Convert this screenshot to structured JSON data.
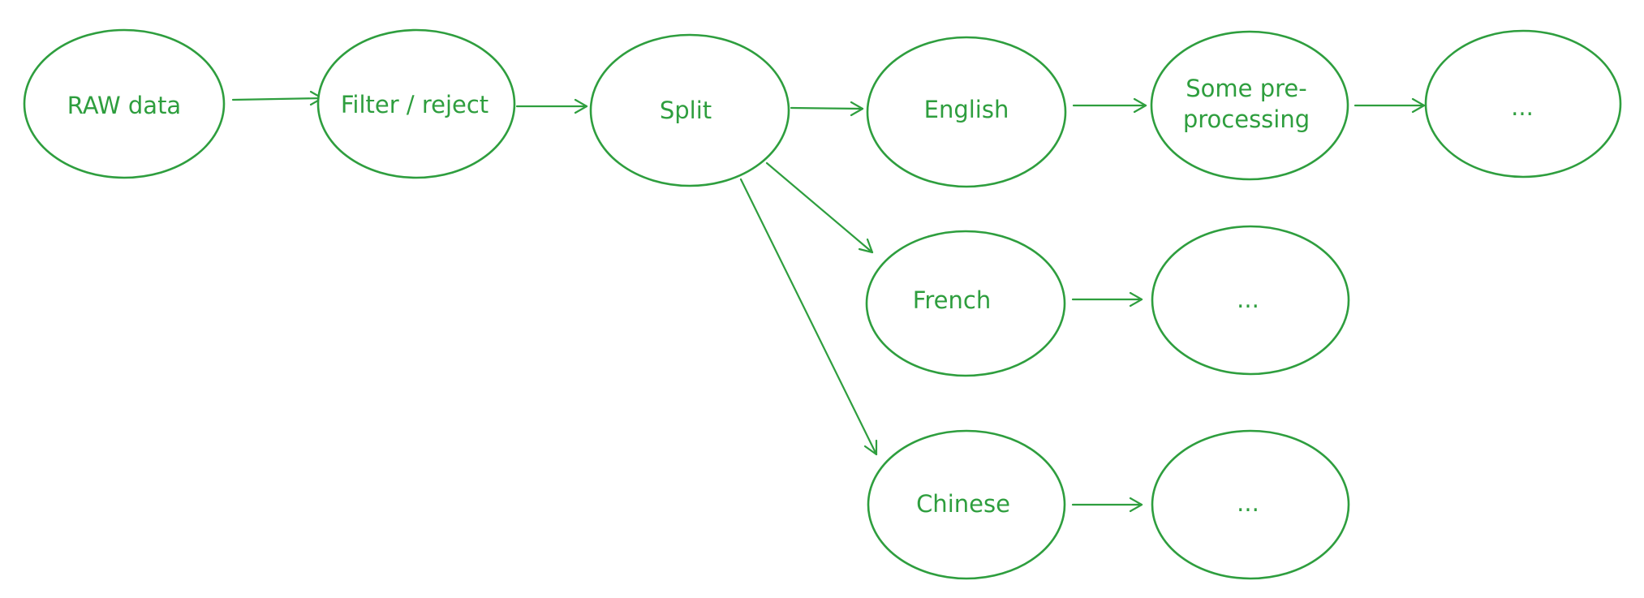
{
  "colors": {
    "stroke": "#2e9e3e",
    "text": "#2e9e3e",
    "background": "#ffffff"
  },
  "nodes": {
    "raw": {
      "label": "RAW data"
    },
    "filter": {
      "label": "Filter / reject"
    },
    "split": {
      "label": "Split"
    },
    "english": {
      "label": "English"
    },
    "preprocessing": {
      "line1": "Some pre-",
      "line2": "processing"
    },
    "english_next": {
      "label": "..."
    },
    "french": {
      "label": "French"
    },
    "french_next": {
      "label": "..."
    },
    "chinese": {
      "label": "Chinese"
    },
    "chinese_next": {
      "label": "..."
    }
  },
  "edges": [
    {
      "from": "raw",
      "to": "filter"
    },
    {
      "from": "filter",
      "to": "split"
    },
    {
      "from": "split",
      "to": "english"
    },
    {
      "from": "split",
      "to": "french"
    },
    {
      "from": "split",
      "to": "chinese"
    },
    {
      "from": "english",
      "to": "preprocessing"
    },
    {
      "from": "preprocessing",
      "to": "english_next"
    },
    {
      "from": "french",
      "to": "french_next"
    },
    {
      "from": "chinese",
      "to": "chinese_next"
    }
  ]
}
